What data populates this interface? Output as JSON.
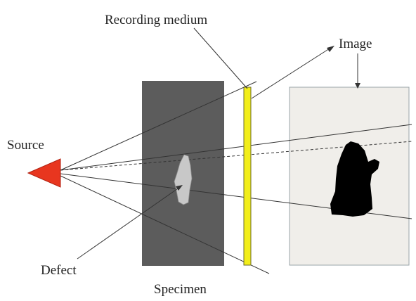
{
  "labels": {
    "recording_medium": "Recording medium",
    "image": "Image",
    "source": "Source",
    "defect": "Defect",
    "specimen": "Specimen"
  },
  "colors": {
    "source_fill": "#e8361f",
    "specimen_fill": "#5c5c5c",
    "defect_fill": "#c8c8c8",
    "recording_medium_fill": "#f2ee1a",
    "image_panel_fill": "#f0eeea",
    "image_shadow_fill": "#000000",
    "line_color": "#333333"
  }
}
